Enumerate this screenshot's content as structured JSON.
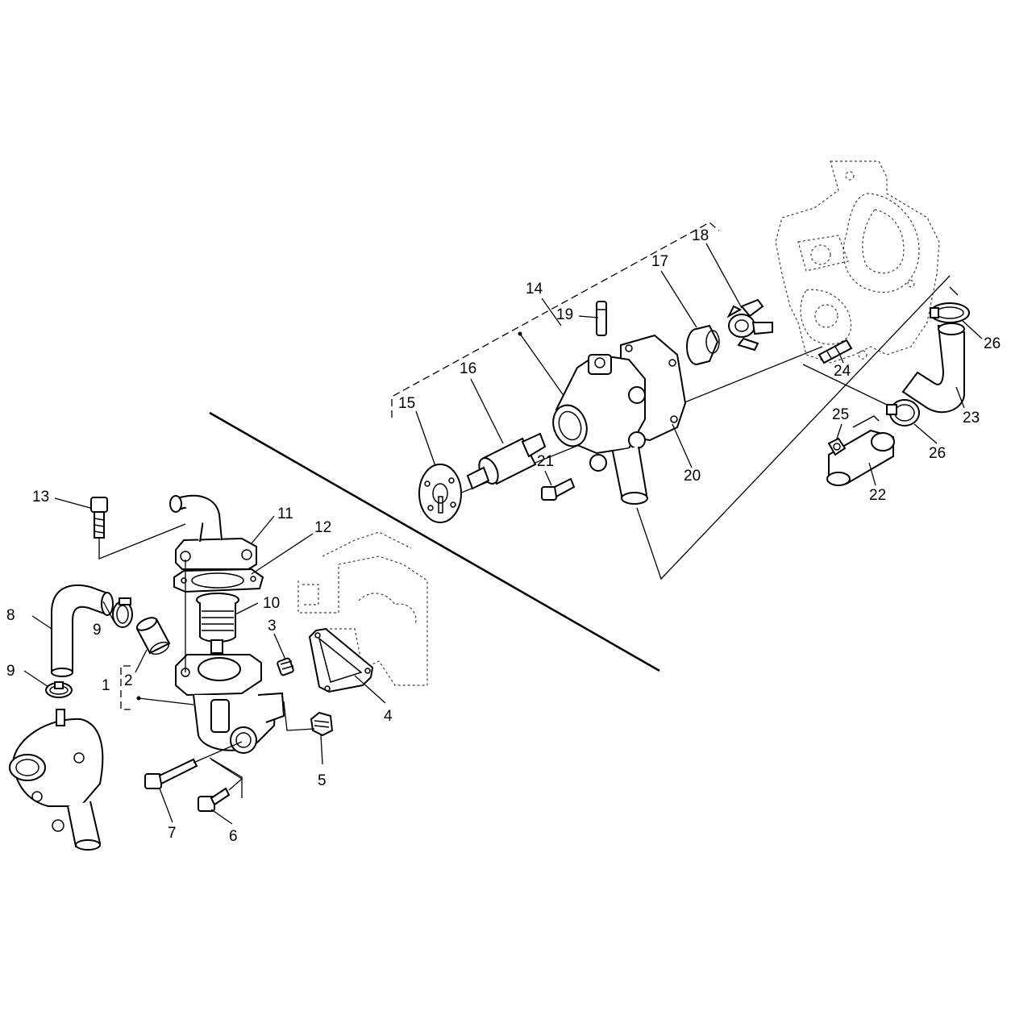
{
  "diagram": {
    "type": "exploded parts diagram",
    "subject": "engine cooling system - thermostat housing and water pump",
    "callouts": {
      "c1": "1",
      "c2": "2",
      "c3": "3",
      "c4": "4",
      "c5": "5",
      "c6": "6",
      "c7": "7",
      "c8": "8",
      "c9a": "9",
      "c9b": "9",
      "c10": "10",
      "c11": "11",
      "c12": "12",
      "c13": "13",
      "c14": "14",
      "c15": "15",
      "c16": "16",
      "c17": "17",
      "c18": "18",
      "c19": "19",
      "c20": "20",
      "c21": "21",
      "c22": "22",
      "c23": "23",
      "c24": "24",
      "c25": "25",
      "c26a": "26",
      "c26b": "26"
    }
  }
}
